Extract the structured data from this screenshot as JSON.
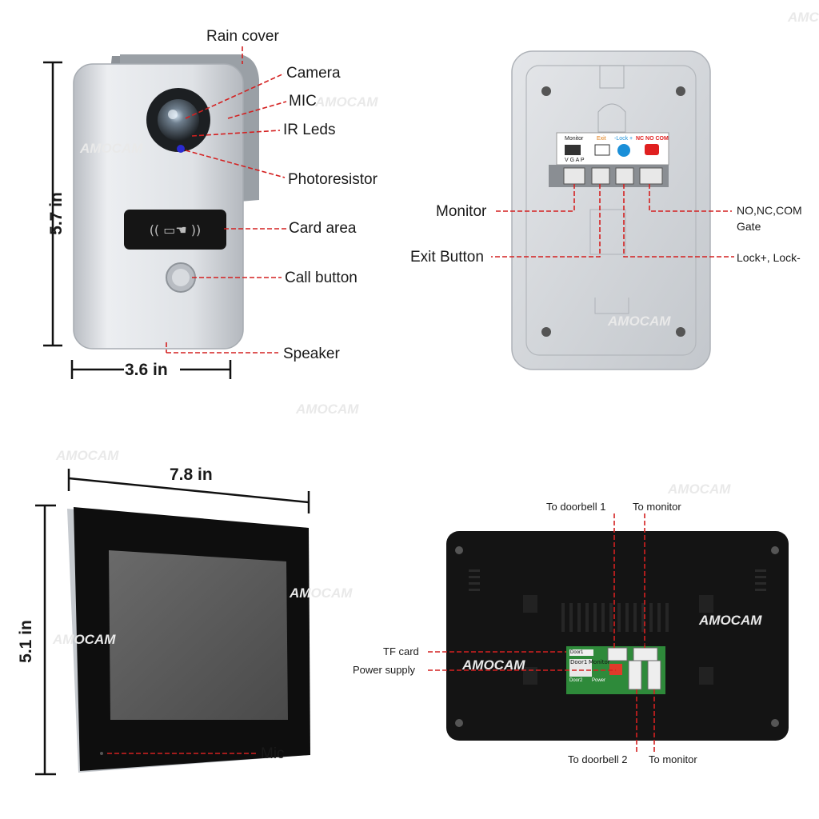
{
  "watermark": "AMOCAM",
  "watermark_partial": "AMC",
  "doorbell_front": {
    "labels": {
      "rain_cover": "Rain cover",
      "camera": "Camera",
      "mic": "MIC",
      "ir_leds": "IR Leds",
      "photoresistor": "Photoresistor",
      "card_area": "Card area",
      "call_button": "Call button",
      "speaker": "Speaker"
    },
    "height": "5.7 in",
    "width": "3.6 in"
  },
  "doorbell_back": {
    "labels": {
      "monitor": "Monitor",
      "exit_button": "Exit Button",
      "no_nc_com": "NO,NC,COM",
      "gate": "Gate",
      "lock": "Lock+, Lock-"
    },
    "terminal_labels": {
      "monitor": "Monitor",
      "exit": "Exit",
      "lock": "-Lock +",
      "nc_no_com": "NC NO COM",
      "vgap": "V G A P"
    }
  },
  "monitor_front": {
    "width": "7.8 in",
    "height": "5.1 in",
    "mic_label": "Mic"
  },
  "monitor_back": {
    "labels": {
      "to_doorbell_1": "To doorbell 1",
      "to_monitor_top": "To monitor",
      "tf_card": "TF card",
      "power_supply": "Power supply",
      "to_doorbell_2": "To doorbell 2",
      "to_monitor_bottom": "To monitor"
    },
    "board_labels": {
      "door1": "Door1",
      "monitor": "Monitor",
      "door2": "Door2",
      "power": "Power"
    }
  },
  "colors": {
    "leader": "#d42020",
    "text": "#1a1a1a",
    "silver": "#cfd3d8",
    "black_panel": "#111111",
    "screen": "#5b5b5b",
    "pcb": "#2e8a3a",
    "exit_orange": "#e07a10",
    "lock_blue": "#1a8fd8",
    "nc_red": "#e02020"
  }
}
